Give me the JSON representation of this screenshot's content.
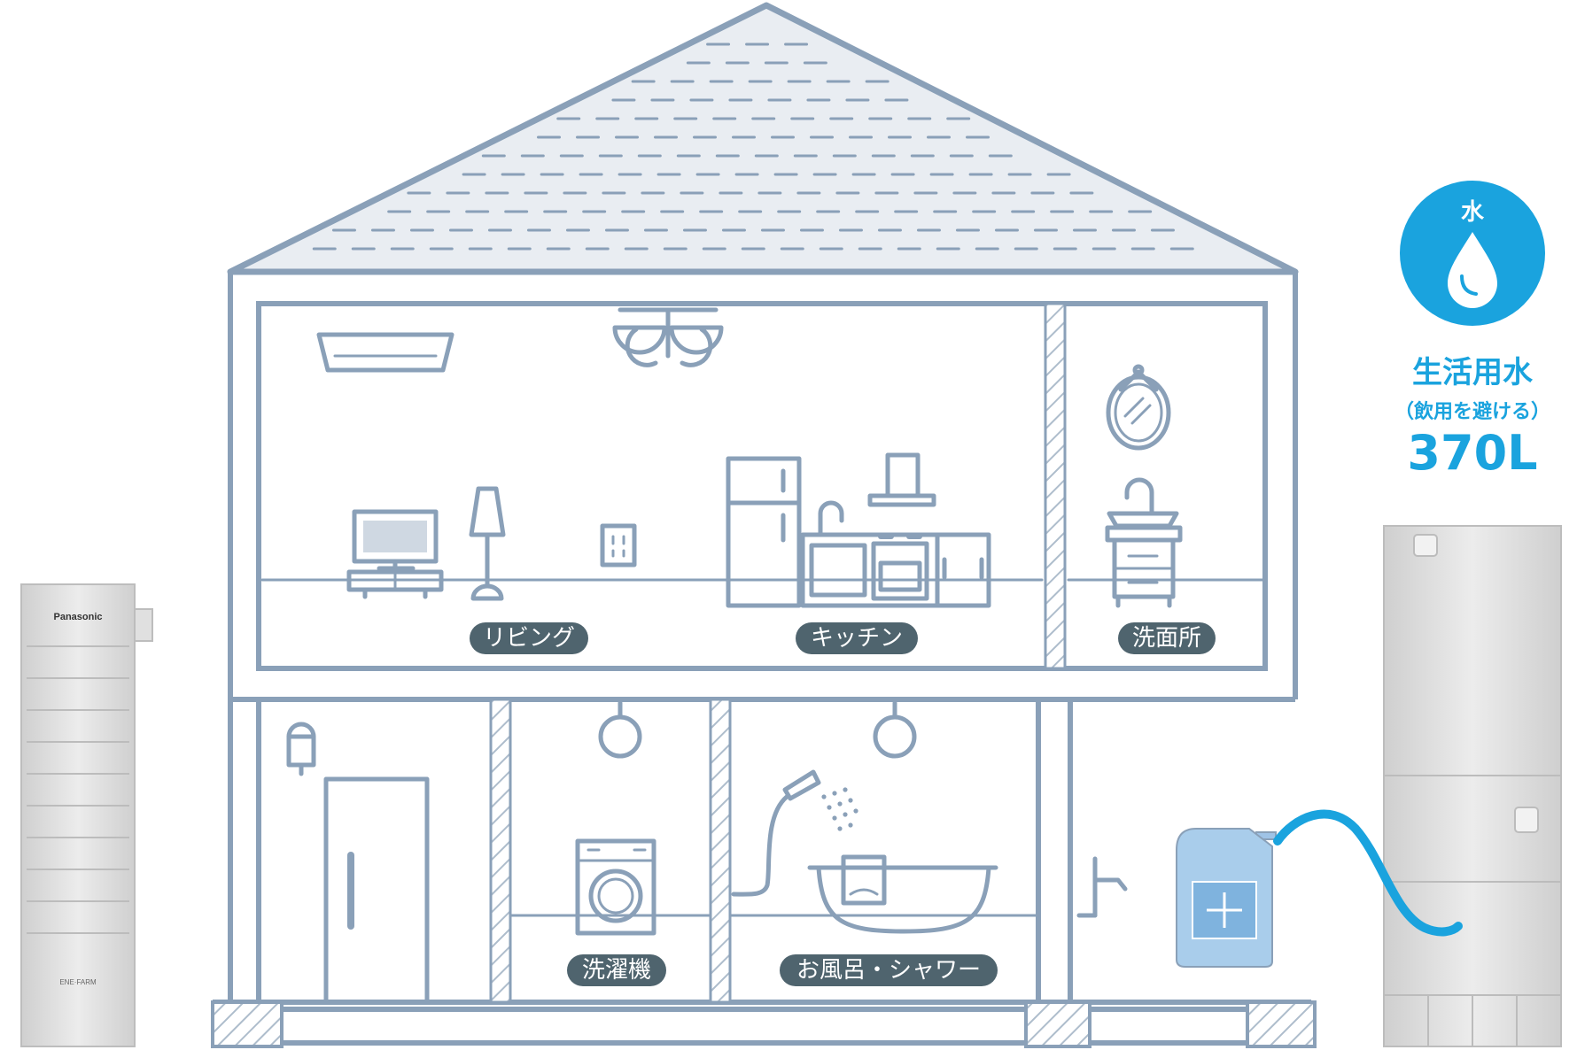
{
  "labels": {
    "living": "リビング",
    "kitchen": "キッチン",
    "washroom": "洗面所",
    "laundry": "洗濯機",
    "bath": "お風呂・シャワー"
  },
  "water": {
    "badge": "水",
    "title": "生活用水",
    "note": "（飲用を避ける）",
    "volume": "370L"
  },
  "fuel_cell_unit": {
    "brand": "Panasonic",
    "logo": "ENE·FARM"
  },
  "colors": {
    "line": "#8aa0b8",
    "label_bg": "#4f646e",
    "water_blue": "#1aa3de",
    "roof_fill": "#e9edf2",
    "unit_gray": "#d9d9d9"
  }
}
